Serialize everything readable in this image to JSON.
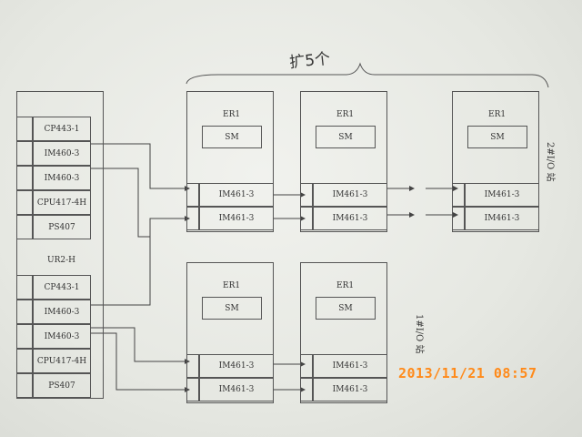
{
  "annotation": "扩5个",
  "rack": {
    "top_items": [
      "CP443-1",
      "IM460-3",
      "IM460-3",
      "CPU417-4H",
      "PS407"
    ],
    "middle_label": "UR2-H",
    "bottom_items": [
      "CP443-1",
      "IM460-3",
      "IM460-3",
      "CPU417-4H",
      "PS407"
    ]
  },
  "er_label": "ER1",
  "sm_label": "SM",
  "im461_label": "IM461-3",
  "station2_label": "2#I/O 站",
  "station1_label": "1#I/O 站",
  "timestamp": "2013/11/21 08:57"
}
